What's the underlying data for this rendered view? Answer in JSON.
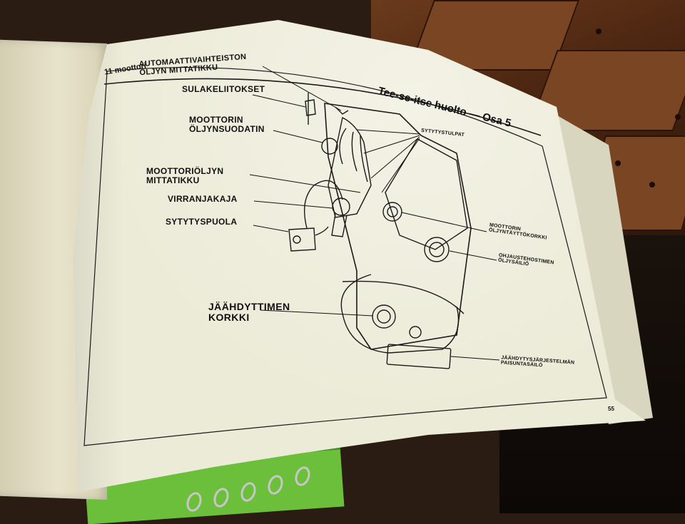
{
  "header": {
    "section": "11 moottori",
    "title": "Tee-se-itse huolto — Osa 5"
  },
  "labels": {
    "automatic_dipstick": "AUTOMAATTIVAIHTEISTON\nÖLJYN MITTATIKKU",
    "fuse_connectors": "SULAKELIITOKSET",
    "oil_filter": "MOOTTORIN\nÖLJYNSUODATIN",
    "oil_dipstick": "MOOTTORIÖLJYN\nMITTATIKKU",
    "distributor": "VIRRANJAKAJA",
    "ignition_coil": "SYTYTYSPUOLA",
    "radiator_cap": "JÄÄHDYTTIMEN\nKORKKI",
    "spark_plugs": "SYTYTYSTULPAT",
    "oil_filler_cap": "MOOTTORIN\nÖLJYNTÄYTTÖKORKKI",
    "power_steering_reservoir": "OHJAUSTEHOSTIMEN\nÖLJYSÄILIÖ",
    "coolant_expansion_tank": "JÄÄHDYTYSJÄRJESTELMÄN\nPAISUNTASÄILÖ"
  },
  "footer": {
    "page_number": "55"
  }
}
